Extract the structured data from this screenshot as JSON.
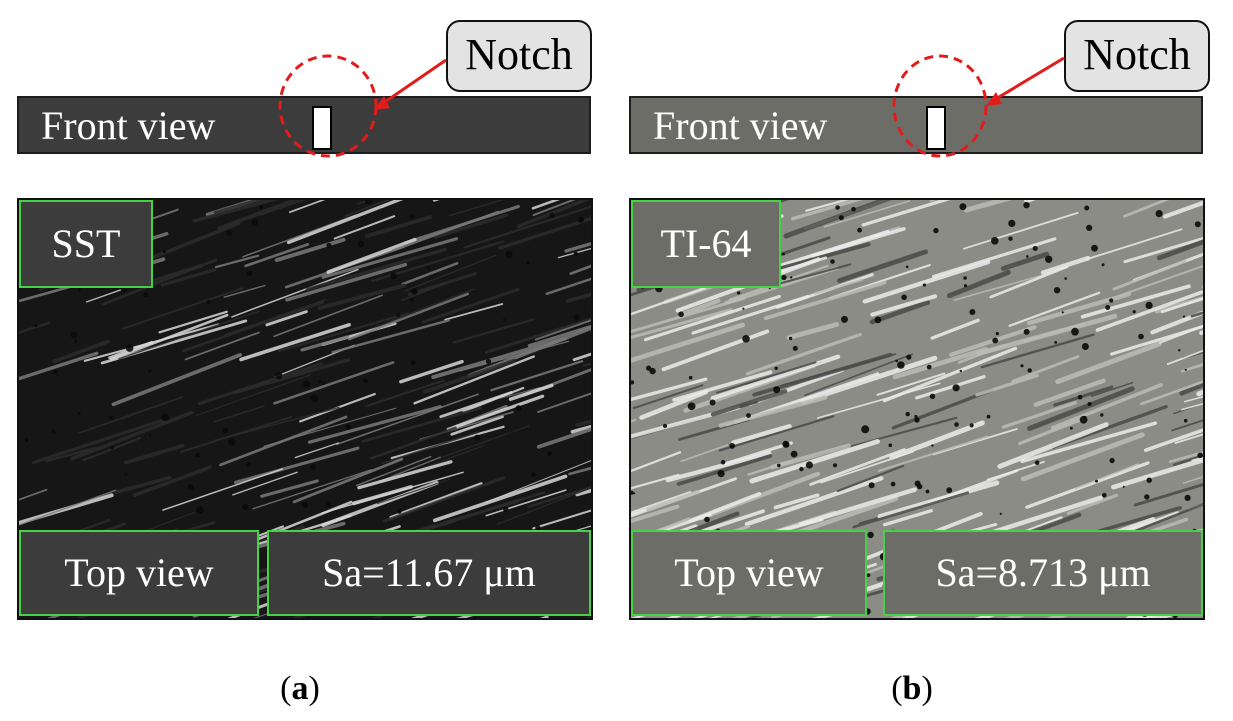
{
  "panels": [
    {
      "id": "a",
      "front_label": "Front view",
      "callout_label": "Notch",
      "material_label": "SST",
      "view_label": "Top view",
      "roughness_label": "Sa=11.67 μm",
      "caption_letter": "a",
      "bar_color": "#3c3c3c",
      "surface_tone": "dark"
    },
    {
      "id": "b",
      "front_label": "Front view",
      "callout_label": "Notch",
      "material_label": "TI-64",
      "view_label": "Top view",
      "roughness_label": "Sa=8.713 μm",
      "caption_letter": "b",
      "bar_color": "#6d6d68",
      "surface_tone": "light"
    }
  ],
  "colors": {
    "notch_circle": "#e21b1b",
    "arrow": "#e21b1b",
    "tag_border": "#46d246"
  }
}
